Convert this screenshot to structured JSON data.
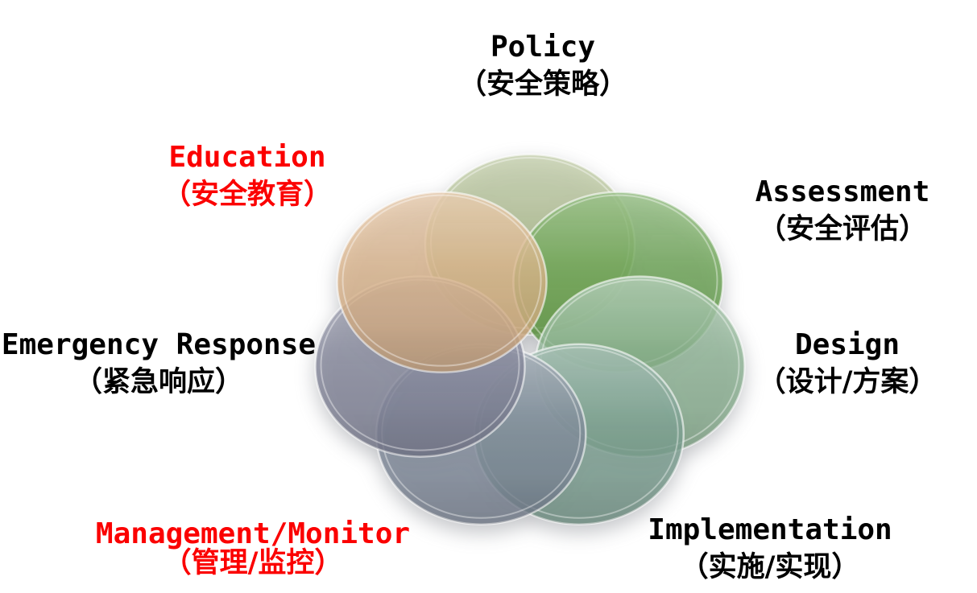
{
  "page": {
    "background_color": "#FFFFFF"
  },
  "diagram": {
    "type": "overlapping-circles-cycle",
    "description": "Seven translucent glossy circles arranged in a ring, each labeled with an English term and Chinese translation",
    "accent_red": "#FB0000",
    "text_black": "#000000",
    "items": [
      {
        "id": "policy",
        "en": "Policy",
        "zh": "（安全策略）",
        "text_color": "#000000",
        "circle_color": "#ABBA88"
      },
      {
        "id": "assessment",
        "en": "Assessment",
        "zh": "（安全评估）",
        "text_color": "#000000",
        "circle_color": "#639F49"
      },
      {
        "id": "design",
        "en": "Design",
        "zh": "（设计/方案）",
        "text_color": "#000000",
        "circle_color": "#89B190"
      },
      {
        "id": "implementation",
        "en": "Implementation",
        "zh": "（实施/实现）",
        "text_color": "#000000",
        "circle_color": "#799E8E"
      },
      {
        "id": "management",
        "en": "Management/Monitor",
        "zh": "（管理/监控）",
        "text_color": "#FB0000",
        "circle_color": "#7E8899"
      },
      {
        "id": "emergency",
        "en": "Emergency Response",
        "zh": "（紧急响应）",
        "text_color": "#000000",
        "circle_color": "#808397"
      },
      {
        "id": "education",
        "en": "Education",
        "zh": "（安全教育）",
        "text_color": "#FB0000",
        "circle_color": "#DAB185"
      }
    ]
  }
}
